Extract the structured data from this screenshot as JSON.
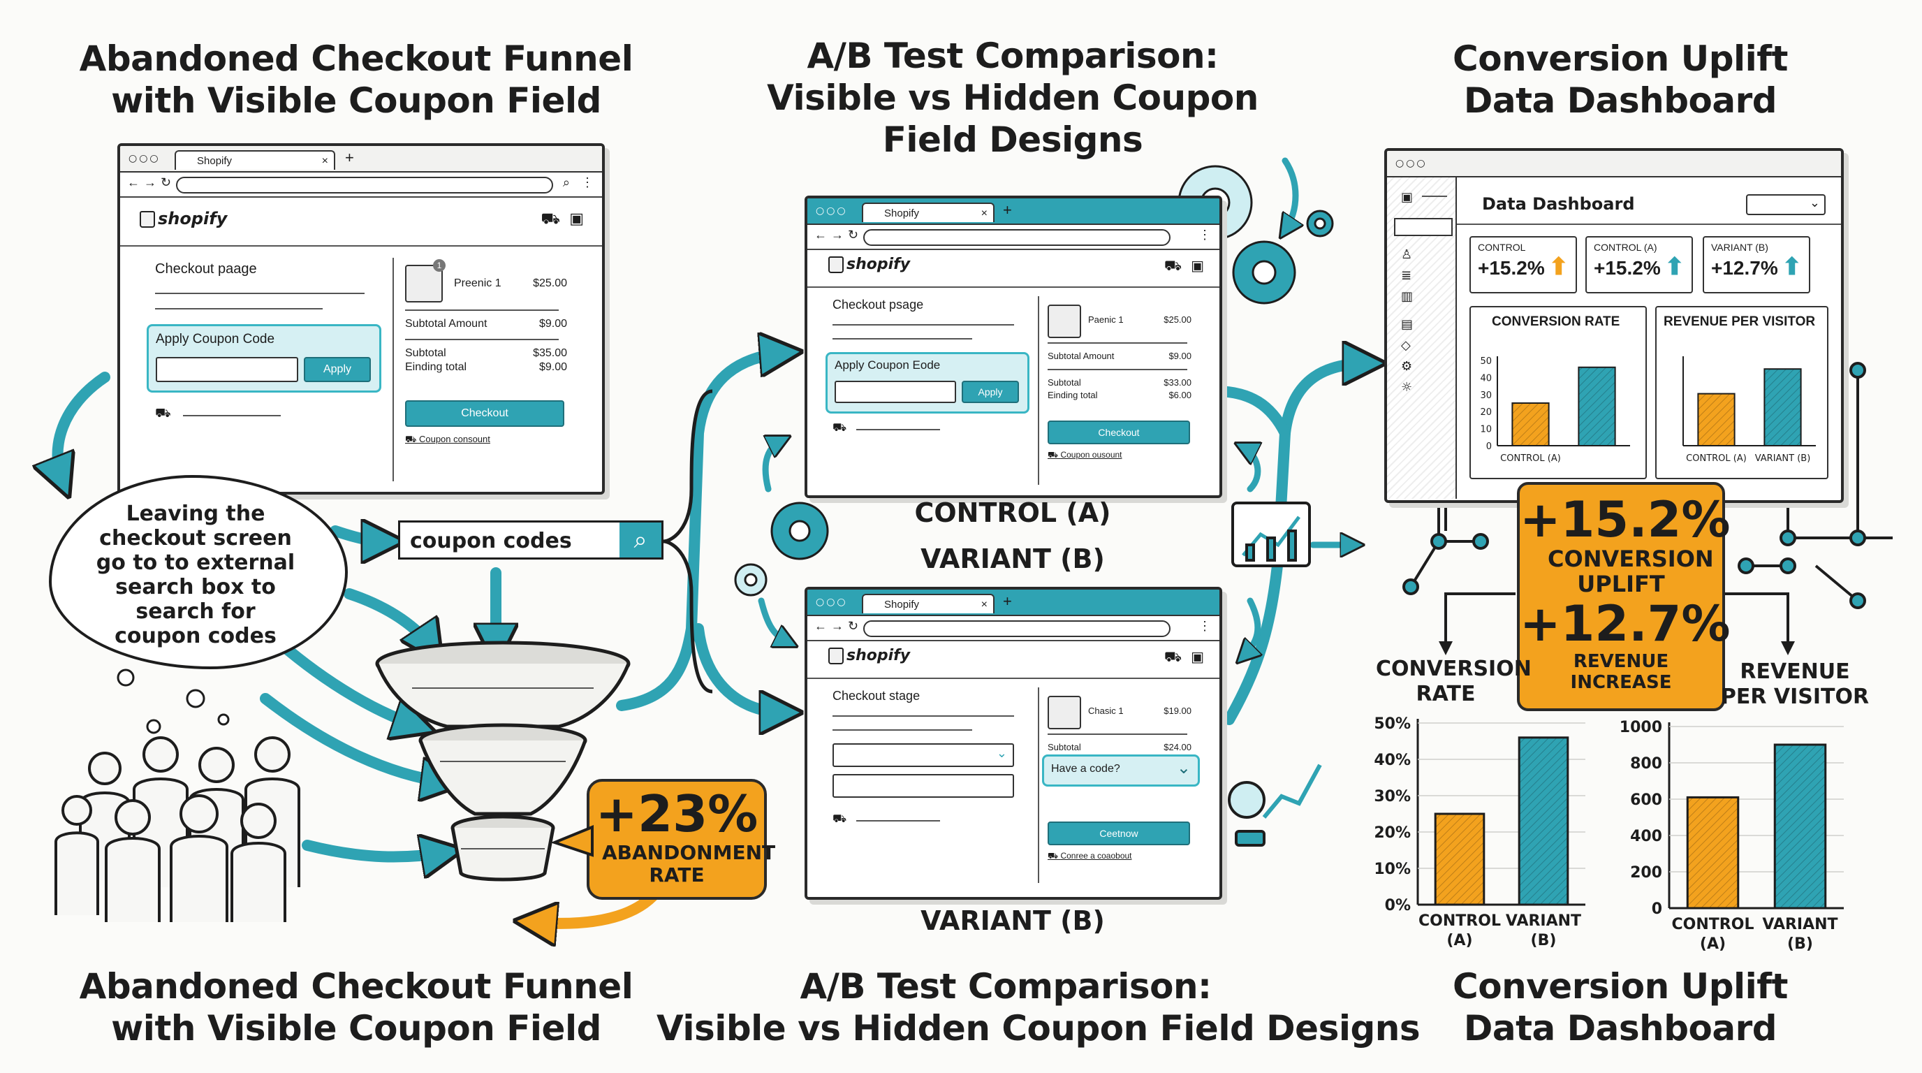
{
  "headings": {
    "top_left": [
      "Abandoned Checkout Funnel",
      "with Visible Coupon Field"
    ],
    "top_center": [
      "A/B Test Comparison:",
      "Visible vs Hidden Coupon",
      "Field Designs"
    ],
    "top_right": [
      "Conversion Uplift",
      "Data Dashboard"
    ],
    "bottom_left": [
      "Abandoned Checkout Funnel",
      "with Visible Coupon Field"
    ],
    "bottom_center": [
      "A/B Test Comparison:",
      "Visible vs Hidden Coupon Field Designs"
    ],
    "bottom_right": [
      "Conversion Uplift",
      "Data Dashboard"
    ]
  },
  "left_browser": {
    "tab": "Shopify",
    "brand": "shopify",
    "page_title": "Checkout paage",
    "coupon_label": "Apply Coupon Code",
    "apply_button": "Apply",
    "product": "Preenic 1",
    "product_price": "$25.00",
    "subtotal_amount_label": "Subtotal Amount",
    "subtotal_amount_value": "$9.00",
    "subtotal_label": "Subtotal",
    "subtotal_value": "$35.00",
    "ending_total_label": "Einding total",
    "ending_total_value": "$9.00",
    "checkout_button": "Checkout",
    "coupon_link": "Coupon consount",
    "badge_count": "1"
  },
  "thought_bubble": "Leaving the checkout screen go to to external search box to search for coupon codes",
  "search_box": {
    "value": "coupon codes"
  },
  "abandonment": {
    "value": "+23%",
    "label": "ABANDONMENT RATE"
  },
  "control_browser": {
    "tab": "Shopify",
    "brand": "shopify",
    "page_title": "Checkout psage",
    "coupon_label": "Apply Coupon Eode",
    "apply_button": "Apply",
    "product": "Paenic 1",
    "product_price": "$25.00",
    "subtotal_amount_label": "Subtotal Amount",
    "subtotal_amount_value": "$9.00",
    "subtotal_label": "Subtotal",
    "subtotal_value": "$33.00",
    "ending_total_label": "Einding total",
    "ending_total_value": "$6.00",
    "checkout_button": "Checkout",
    "coupon_link": "Coupon ousount",
    "caption_a": "CONTROL (A)",
    "caption_b": "VARIANT (B)"
  },
  "variant_browser": {
    "tab": "Shopify",
    "brand": "shopify",
    "page_title": "Checkout stage",
    "product": "Chasic 1",
    "product_price": "$19.00",
    "subtotal_label": "Subtotal",
    "subtotal_value": "$24.00",
    "have_code": "Have a code?",
    "checkout_button": "Ceetnow",
    "coupon_link": "Conree a coaobout",
    "caption": "VARIANT (B)"
  },
  "dashboard": {
    "title": "Data Dashboard",
    "kpis": [
      {
        "label": "CONTROL",
        "value": "+15.2%"
      },
      {
        "label": "CONTROL (A)",
        "value": "+15.2%"
      },
      {
        "label": "VARIANT (B)",
        "value": "+12.7%"
      }
    ],
    "panel_conversion": "CONVERSION RATE",
    "panel_revenue": "REVENUE PER VISITOR",
    "yticks": [
      "50",
      "40",
      "30",
      "20",
      "10",
      "0"
    ],
    "label_control": "CONTROL (A)",
    "label_variant": "VARIANT (B)"
  },
  "uplift": {
    "value1": "+15.2%",
    "label1": "CONVERSION UPLIFT",
    "value2": "+12.7%",
    "label2": "REVENUE INCREASE"
  },
  "bottom_labels": {
    "conversion": [
      "CONVERSION",
      "RATE"
    ],
    "revenue": [
      "REVENUE",
      "PER VISITOR"
    ]
  },
  "colors": {
    "teal": "#2fa3b3",
    "orange": "#f3a21e",
    "ink": "#1d1d1d"
  },
  "chart_data": [
    {
      "type": "bar",
      "title": "CONVERSION RATE",
      "categories": [
        "CONTROL (A)",
        "VARIANT (B)"
      ],
      "values": [
        25,
        46
      ],
      "yticks": [
        "0%",
        "10%",
        "20%",
        "30%",
        "40%",
        "50%"
      ],
      "ylim": [
        0,
        50
      ],
      "colors": [
        "#f3a21e",
        "#2fa3b3"
      ]
    },
    {
      "type": "bar",
      "title": "REVENUE PER VISITOR",
      "categories": [
        "CONTROL (A)",
        "VARIANT (B)"
      ],
      "values": [
        610,
        900
      ],
      "yticks": [
        "0",
        "200",
        "400",
        "600",
        "800",
        "1000"
      ],
      "ylim": [
        0,
        1000
      ],
      "colors": [
        "#f3a21e",
        "#2fa3b3"
      ]
    }
  ]
}
